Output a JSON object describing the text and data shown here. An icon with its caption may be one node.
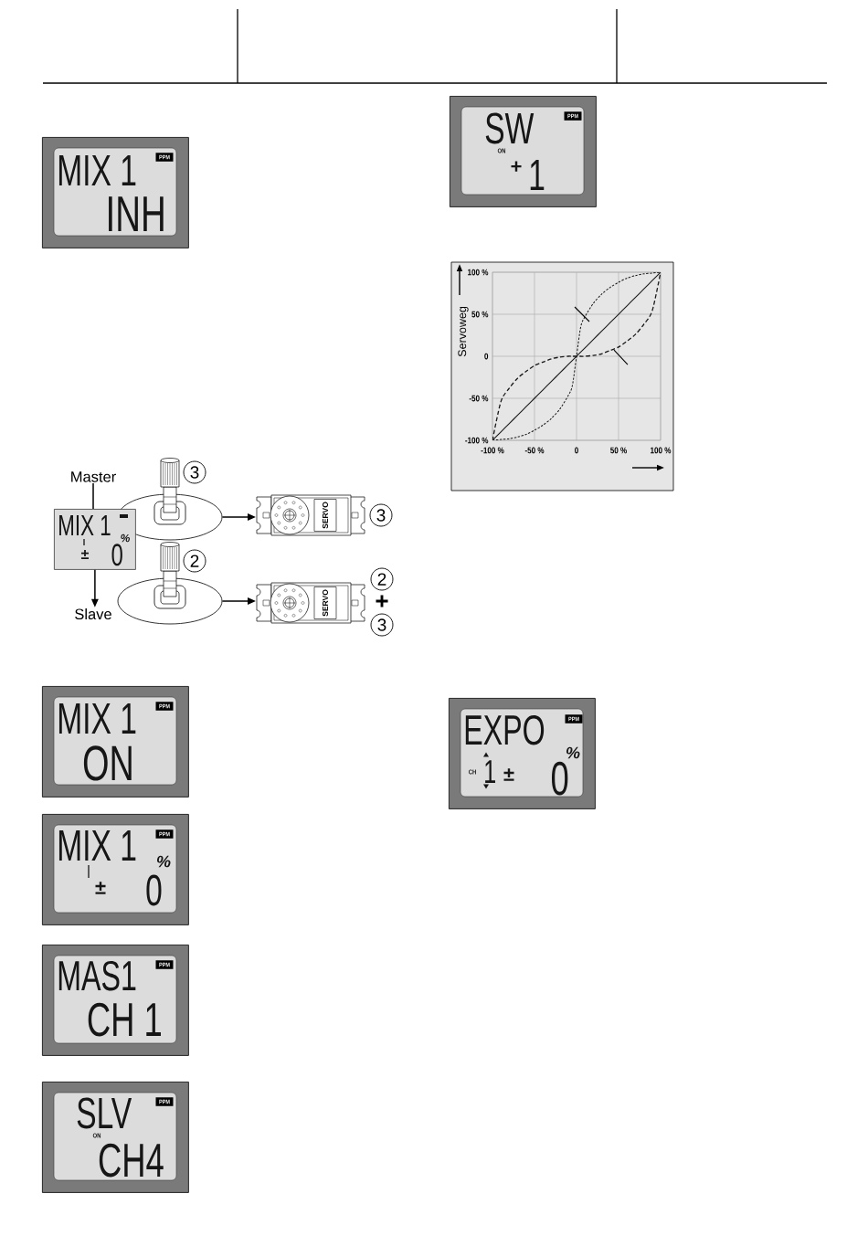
{
  "diagram": {
    "nodes": [
      {
        "text": [
          "MIX 1",
          "PPM",
          "INH"
        ]
      },
      {
        "text": [
          "Master"
        ]
      },
      {
        "text": [
          "MIX 1",
          "%",
          "±",
          "0"
        ]
      },
      {
        "text": [],
        "shape": "picture",
        "beside": [
          "3"
        ]
      },
      {
        "text": [
          "SERVO"
        ],
        "beside": [
          "3"
        ]
      },
      {
        "text": [],
        "shape": "picture",
        "beside": [
          "2"
        ]
      },
      {
        "text": [
          "SERVO"
        ],
        "beside": [
          "2",
          "+",
          "3"
        ]
      },
      {
        "text": [
          "Slave"
        ]
      },
      {
        "text": [
          "MIX 1",
          "PPM",
          "ON"
        ]
      },
      {
        "text": [
          "MIX 1",
          "PPM",
          "%",
          "±",
          "0"
        ]
      },
      {
        "text": [
          "MAS1",
          "PPM",
          "CH 1"
        ]
      },
      {
        "text": [
          "SLV",
          "PPM",
          "ON",
          "CH4"
        ]
      },
      {
        "text": [
          "SW",
          "PPM",
          "ON",
          "+",
          "1"
        ]
      },
      {
        "text": [
          "EXPO",
          "PPM",
          "%",
          "CH",
          "1",
          "±",
          "0"
        ]
      }
    ],
    "edges": [
      {
        "from": 1,
        "to": 2,
        "arrow": "none"
      },
      {
        "from": 2,
        "to": 7,
        "arrow": "to"
      },
      {
        "from": 3,
        "to": 4,
        "arrow": "to"
      },
      {
        "from": 5,
        "to": 6,
        "arrow": "to"
      }
    ],
    "chart_data": {
      "type": "line",
      "ylabel": "Servoweg",
      "grid": true,
      "x": [
        -100,
        -90,
        -80,
        -70,
        -60,
        -50,
        -40,
        -30,
        -20,
        -10,
        -5,
        0,
        5,
        10,
        20,
        30,
        40,
        50,
        60,
        70,
        80,
        90,
        100
      ],
      "series": [
        {
          "color": "#1a1a1a",
          "line_style": "solid",
          "values": [
            -100,
            -90,
            -80,
            -70,
            -60,
            -50,
            -40,
            -30,
            -20,
            -10,
            -5,
            0,
            5,
            10,
            20,
            30,
            40,
            50,
            60,
            70,
            80,
            90,
            100
          ]
        },
        {
          "color": "#1a1a1a",
          "line_style": "dashed",
          "values": [
            -100,
            -99,
            -98,
            -96,
            -93,
            -88,
            -82,
            -74,
            -63,
            -47,
            -35,
            0,
            35,
            47,
            63,
            74,
            82,
            88,
            93,
            96,
            98,
            99,
            100
          ]
        },
        {
          "color": "#1a1a1a",
          "line_style": "dashed",
          "values": [
            -100,
            -54,
            -38,
            -26,
            -18,
            -11,
            -7,
            -3,
            -1,
            0,
            0,
            0,
            0,
            0,
            1,
            3,
            7,
            11,
            18,
            26,
            38,
            54,
            100
          ]
        }
      ],
      "xlim": [
        -100,
        100
      ],
      "ylim": [
        -100,
        100
      ],
      "xticks": [
        {
          "value": -100,
          "label": "-100 %"
        },
        {
          "value": -50,
          "label": "-50 %"
        },
        {
          "value": 0,
          "label": "0"
        },
        {
          "value": 50,
          "label": "50 %"
        },
        {
          "value": 100,
          "label": "100 %"
        }
      ],
      "yticks": [
        {
          "value": -100,
          "label": "-100 %"
        },
        {
          "value": -50,
          "label": "-50 %"
        },
        {
          "value": 0,
          "label": "0"
        },
        {
          "value": 50,
          "label": "50 %"
        },
        {
          "value": 100,
          "label": "100 %"
        }
      ]
    }
  }
}
